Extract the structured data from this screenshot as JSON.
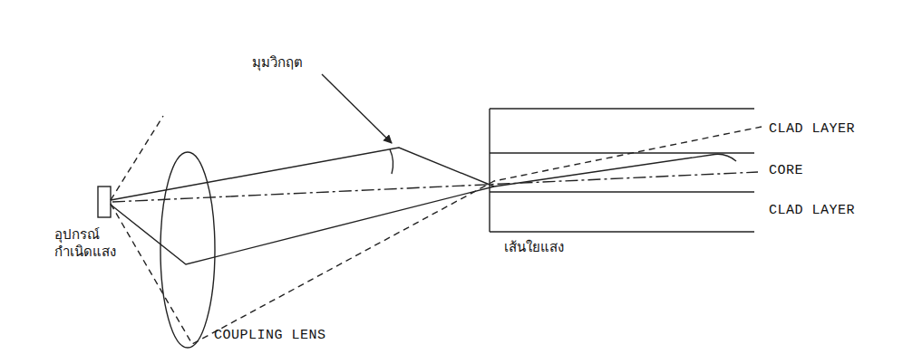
{
  "diagram": {
    "labels": [
      "มุมวิกฤต",
      "CLAD LAYER",
      "CORE",
      "CLAD LAYER",
      "อุปกรณ์ กำเนิดแสง",
      "เส้นใยแสง",
      "COUPLING LENS"
    ]
  }
}
